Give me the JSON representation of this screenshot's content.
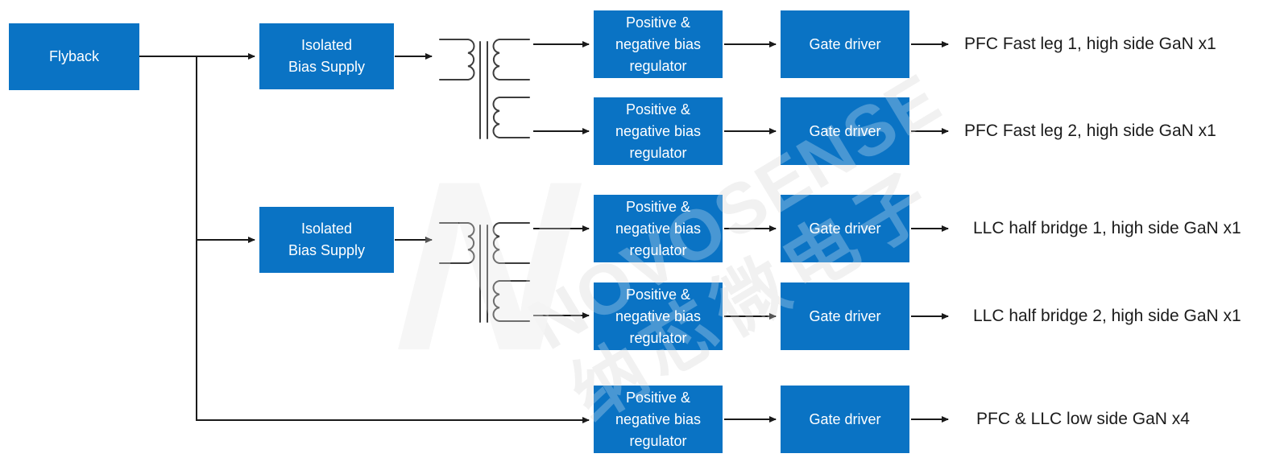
{
  "colors": {
    "block_blue": "#0A73C4",
    "line_color": "#1A1A1A",
    "label_color": "#1B1B1B",
    "wm_gray": "#ECECEC"
  },
  "diagram": {
    "flyback_label": "Flyback",
    "isolated_bias_supplies": [
      {
        "label": "Isolated\nBias Supply"
      },
      {
        "label": "Isolated\nBias Supply"
      }
    ],
    "rows": [
      {
        "regulator_label": "Positive &\nnegative bias\nregulator",
        "gate_driver_label": "Gate driver",
        "output_label": "PFC Fast leg 1, high side GaN x1"
      },
      {
        "regulator_label": "Positive &\nnegative bias\nregulator",
        "gate_driver_label": "Gate driver",
        "output_label": "PFC Fast leg 2, high side GaN x1"
      },
      {
        "regulator_label": "Positive &\nnegative bias\nregulator",
        "gate_driver_label": "Gate driver",
        "output_label": "LLC half bridge 1, high side GaN x1"
      },
      {
        "regulator_label": "Positive &\nnegative bias\nregulator",
        "gate_driver_label": "Gate driver",
        "output_label": "LLC half bridge 2, high side GaN x1"
      },
      {
        "regulator_label": "Positive &\nnegative bias\nregulator",
        "gate_driver_label": "Gate driver",
        "output_label": "PFC & LLC low side GaN x4"
      }
    ],
    "watermark": {
      "logo_letter": "N",
      "brand": "NOVOSENSE",
      "brand_cn": "纳芯微电子"
    }
  }
}
